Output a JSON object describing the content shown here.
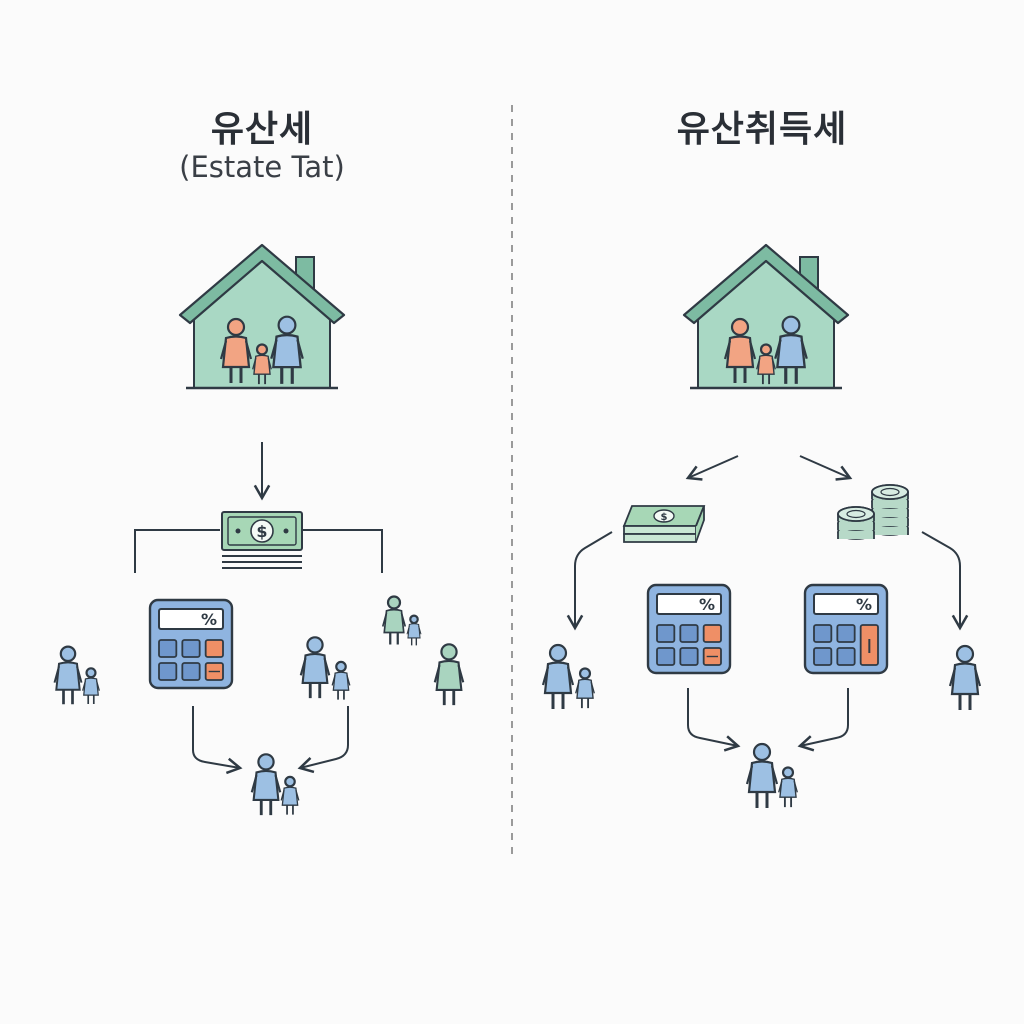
{
  "left": {
    "title": "유산세",
    "subtitle": "(Estate Tat)"
  },
  "right": {
    "title": "유산취득세"
  },
  "calculator_symbol": "%",
  "currency_symbol": "$",
  "colors": {
    "house": "#a9d8c4",
    "house_roof": "#7dbba2",
    "outline": "#2f3a44",
    "person_blue": "#9dc0e3",
    "person_orange": "#f2a483",
    "person_green": "#a9d4bf",
    "calculator": "#8fb4e0",
    "calc_key": "#6f97cc",
    "calc_accent": "#ef8f66",
    "money": "#a7d7b6",
    "coins": "#b7d9c8",
    "divider": "#9a9a9a"
  }
}
